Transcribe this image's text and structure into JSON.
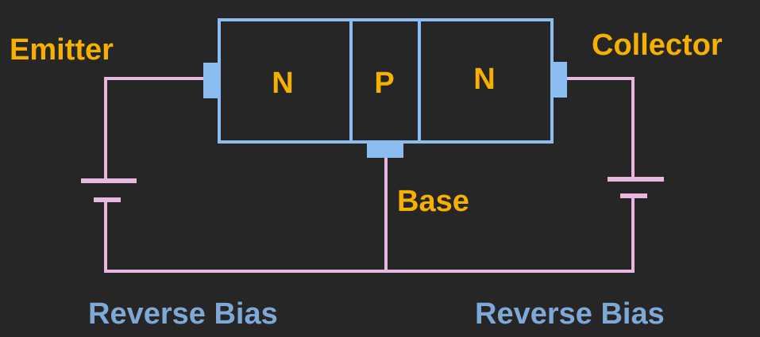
{
  "colors": {
    "background": "#262626",
    "outline": "#8bbdf0",
    "terminal": "#8bbdf0",
    "wire": "#e7b7e0",
    "label_orange": "#f5b000",
    "label_blue": "#7ea9d6"
  },
  "transistor": {
    "regions": [
      "N",
      "P",
      "N"
    ]
  },
  "labels": {
    "emitter": "Emitter",
    "collector": "Collector",
    "base": "Base"
  },
  "bias": {
    "left": "Reverse Bias",
    "right": "Reverse Bias"
  }
}
